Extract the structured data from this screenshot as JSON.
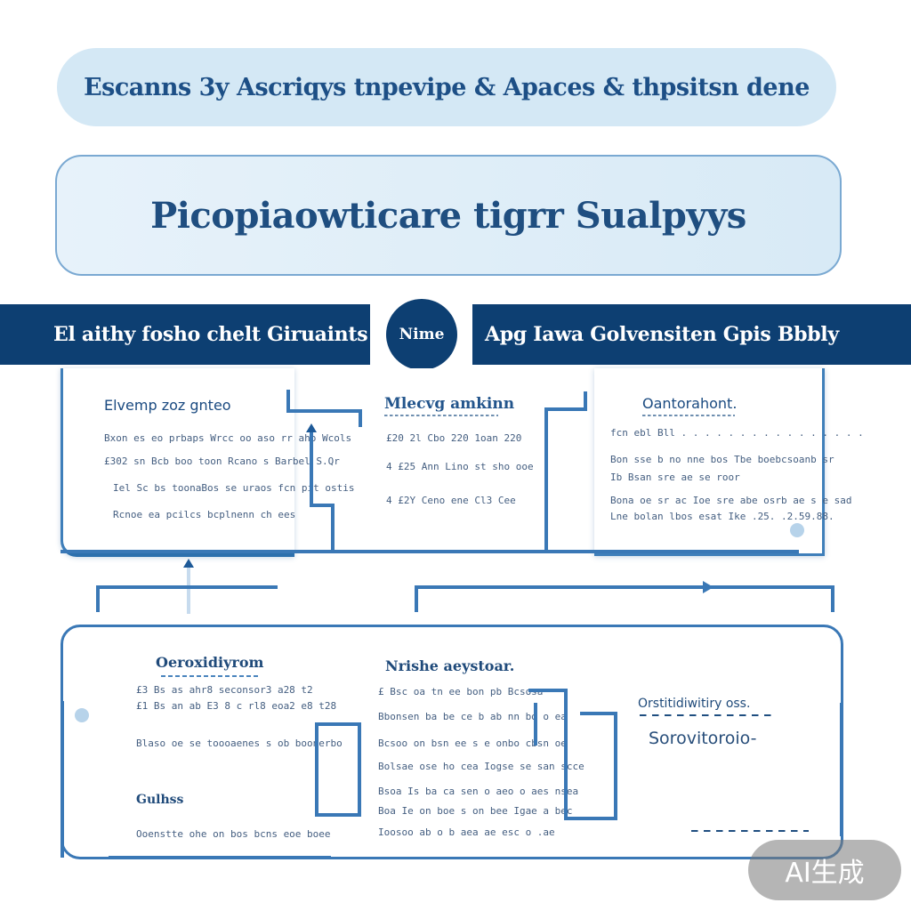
{
  "header": {
    "pill_text": "Escanns 3y Ascriqys tnpevipe & Apaces & thpsitsn dene",
    "title": "Picopiaowticare tigrr Sualpyys"
  },
  "band": {
    "left_label": "El aithy fosho chelt Giruaints",
    "circle_label": "Nime",
    "right_label": "Apg Iawa Golvensiten Gpis Bbbly"
  },
  "cards_top": [
    {
      "title": "Elvemp zoz gnteo",
      "lines": [
        "Bxon es eo prbaps Wrcc oo aso rr aho Wcols",
        "£302 sn Bcb boo toon Rcano s Barbel S.Qr",
        "Iel Sc bs toonaBos se uraos fcn pit ostis",
        "Rcnoe ea pcilcs bcplnenn ch ees"
      ]
    },
    {
      "title": "Mlecvg amkinn",
      "lines": [
        "£20 2l Cbo 220 1oan 220",
        "4 £25   Ann   Lino   st sho ooe",
        "4 £2Y  Ceno ene Cl3 Cee"
      ]
    },
    {
      "title": "Oantorahont.",
      "lines": [
        "fcn  ebl  Bll . . . . . . . . . . . . . . . .",
        "Bon sse b no nne bos Tbe boebcsoanb sr",
        "Ib Bsan sre ae se  roor",
        "Bona oe sr ac Ioe sre abe osrb ae s e sad",
        "Lne  bolan lbos esat  Ike  .25.  .2.59.88."
      ]
    }
  ],
  "bottom": {
    "left_title": "Oeroxidiyrom",
    "left_lines": [
      "£3 Bs as ahr8  seconsor3 a28 t2",
      "£1 Bs an ab E3  8 c rl8 eoa2 e8 t28",
      "Blaso oe se toooaenes s ob boonerbo",
      "Ooenstte ohe on bos bcns eoe boee"
    ],
    "left_mid": "Gulhss",
    "middle_title": "Nrishe aeystoar.",
    "middle_lines": [
      "£ Bsc oa tn ee bon pb Bcsosa",
      "Bbonsen ba be ce b ab nn bo o ea",
      "Bcsoo on bsn ee s e onbo cbsn oe",
      "Bolsae ose ho cea Iogse se san scce",
      "Bsoa Is ba ca sen o aeo o aes nsea",
      "Boa Ie on boe s on bee Igae a bec",
      "Ioosoo ab o b aea ae esc o .ae"
    ],
    "right_title": "Orstitidiwitiry oss.",
    "right_big": "Sorovitoroio-"
  },
  "watermark": "AI生成",
  "colors": {
    "navy": "#0d3f72",
    "accent_blue": "#3a78b6",
    "light_blue": "#d4e8f5"
  }
}
